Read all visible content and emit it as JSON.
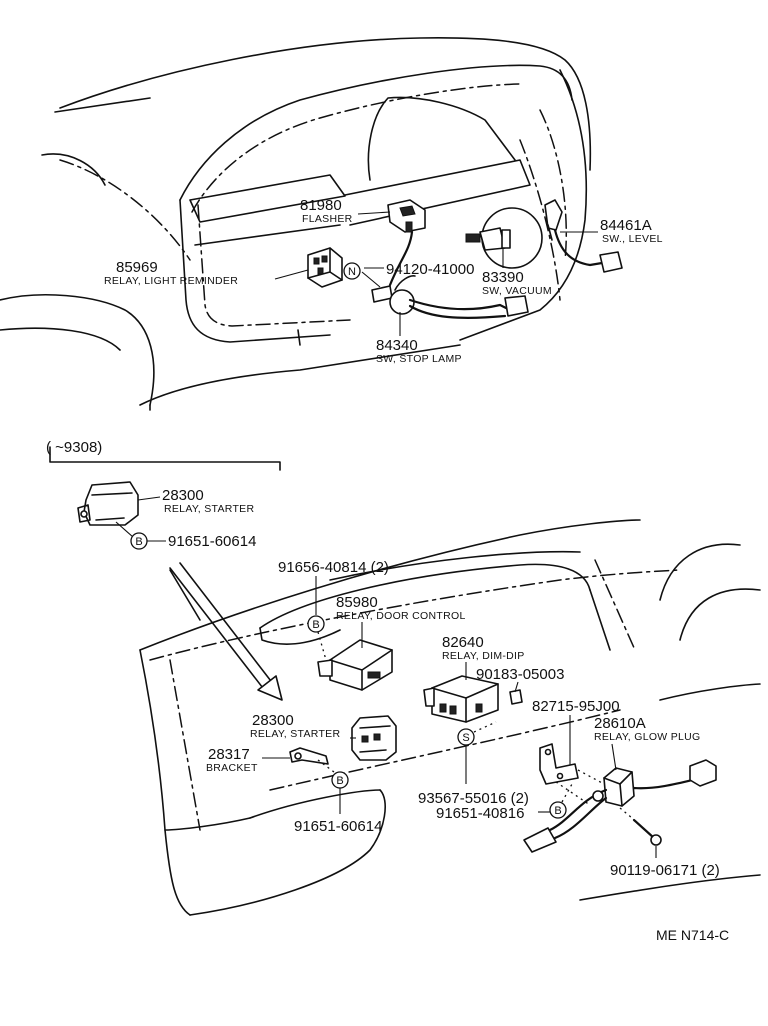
{
  "drawing_code": "ME N714-C",
  "range_note": "( ~9308)",
  "symbols": {
    "N": "N",
    "B": "B",
    "S": "S"
  },
  "callouts": {
    "flasher": {
      "number": "81980",
      "label": "FLASHER"
    },
    "sw_level": {
      "number": "84461A",
      "label": "SW., LEVEL"
    },
    "relay_light_reminder": {
      "number": "85969",
      "label": "RELAY, LIGHT REMINDER"
    },
    "nut_part": {
      "number": "94120-41000"
    },
    "sw_vacuum": {
      "number": "83390",
      "label": "SW, VACUUM"
    },
    "sw_stop_lamp": {
      "number": "84340",
      "label": "SW, STOP LAMP"
    },
    "relay_starter_inset": {
      "number": "28300",
      "label": "RELAY, STARTER"
    },
    "bolt_inset": {
      "number": "91651-60614"
    },
    "bolt_door": {
      "number": "91656-40814 (2)"
    },
    "relay_door_control": {
      "number": "85980",
      "label": "RELAY, DOOR CONTROL"
    },
    "relay_dim_dip": {
      "number": "82640",
      "label": "RELAY, DIM-DIP"
    },
    "clip": {
      "number": "90183-05003"
    },
    "bracket_glow": {
      "number": "82715-95J00"
    },
    "relay_glow_plug": {
      "number": "28610A",
      "label": "RELAY, GLOW PLUG"
    },
    "relay_starter": {
      "number": "28300",
      "label": "RELAY, STARTER"
    },
    "bracket": {
      "number": "28317",
      "label": "BRACKET"
    },
    "screw_dim": {
      "number": "93567-55016 (2)"
    },
    "bolt_glow": {
      "number": "91651-40816"
    },
    "bolt_starter": {
      "number": "91651-60614"
    },
    "screw_glow": {
      "number": "90119-06171 (2)"
    }
  }
}
